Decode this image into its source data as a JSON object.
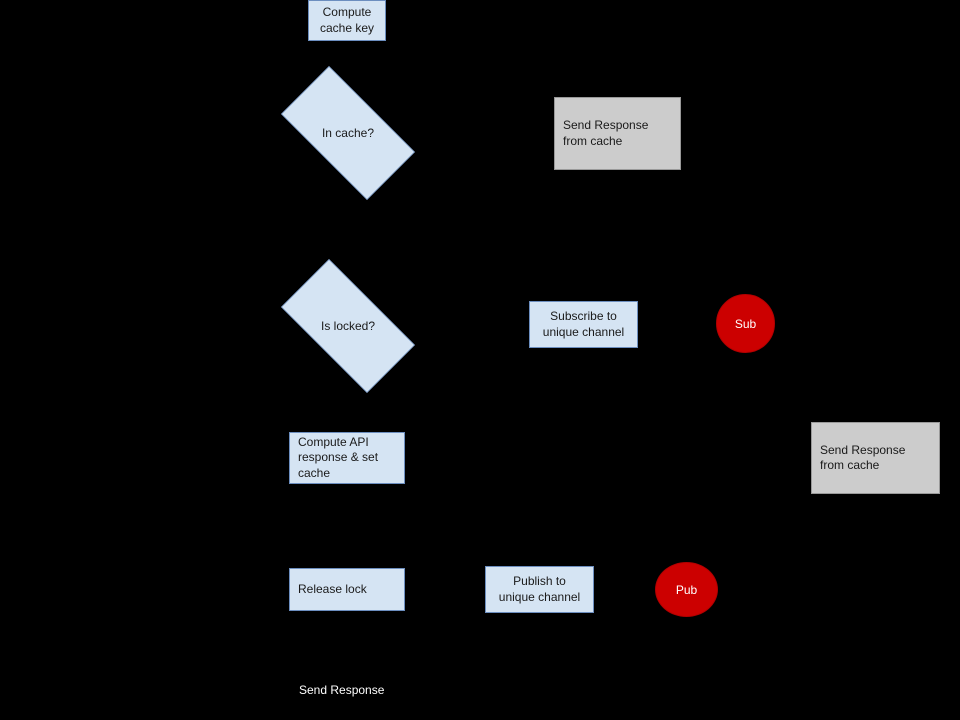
{
  "diagram": {
    "title": "Cache-aside request flow with lock and pub/sub",
    "background_color": "#000000",
    "palette": {
      "process_fill": "#d5e4f3",
      "process_stroke": "#6c8ebf",
      "alternate_fill": "#cccccc",
      "alternate_stroke": "#999999",
      "event_fill": "#cc0000",
      "event_text": "#ffffff",
      "text": "#1a1a1a",
      "plain_text": "#ffffff"
    },
    "nodes": [
      {
        "id": "compute-cache-key",
        "shape": "process",
        "style": "blue",
        "align": "center",
        "label": "Compute\ncache key"
      },
      {
        "id": "in-cache",
        "shape": "decision",
        "style": "blue",
        "align": "center",
        "label": "In cache?"
      },
      {
        "id": "send-response-from-cache-top",
        "shape": "process",
        "style": "gray",
        "align": "left",
        "label": "Send Response\nfrom cache"
      },
      {
        "id": "is-locked",
        "shape": "decision",
        "style": "blue",
        "align": "center",
        "label": "Is locked?"
      },
      {
        "id": "subscribe-to-unique-channel",
        "shape": "process",
        "style": "blue",
        "align": "center",
        "label": "Subscribe to\nunique channel"
      },
      {
        "id": "sub",
        "shape": "circle",
        "style": "red",
        "align": "center",
        "label": "Sub"
      },
      {
        "id": "compute-api-response-set-cache",
        "shape": "process",
        "style": "blue",
        "align": "left",
        "label": "Compute API\nresponse & set\ncache"
      },
      {
        "id": "send-response-from-cache-right",
        "shape": "process",
        "style": "gray",
        "align": "left",
        "label": "Send Response\nfrom cache"
      },
      {
        "id": "release-lock",
        "shape": "process",
        "style": "blue",
        "align": "left",
        "label": "Release lock"
      },
      {
        "id": "publish-to-unique-channel",
        "shape": "process",
        "style": "blue",
        "align": "center",
        "label": "Publish to\nunique channel"
      },
      {
        "id": "pub",
        "shape": "circle",
        "style": "red",
        "align": "center",
        "label": "Pub"
      },
      {
        "id": "send-response-bottom",
        "shape": "text",
        "style": "plain",
        "align": "left",
        "label": "Send Response"
      }
    ]
  }
}
